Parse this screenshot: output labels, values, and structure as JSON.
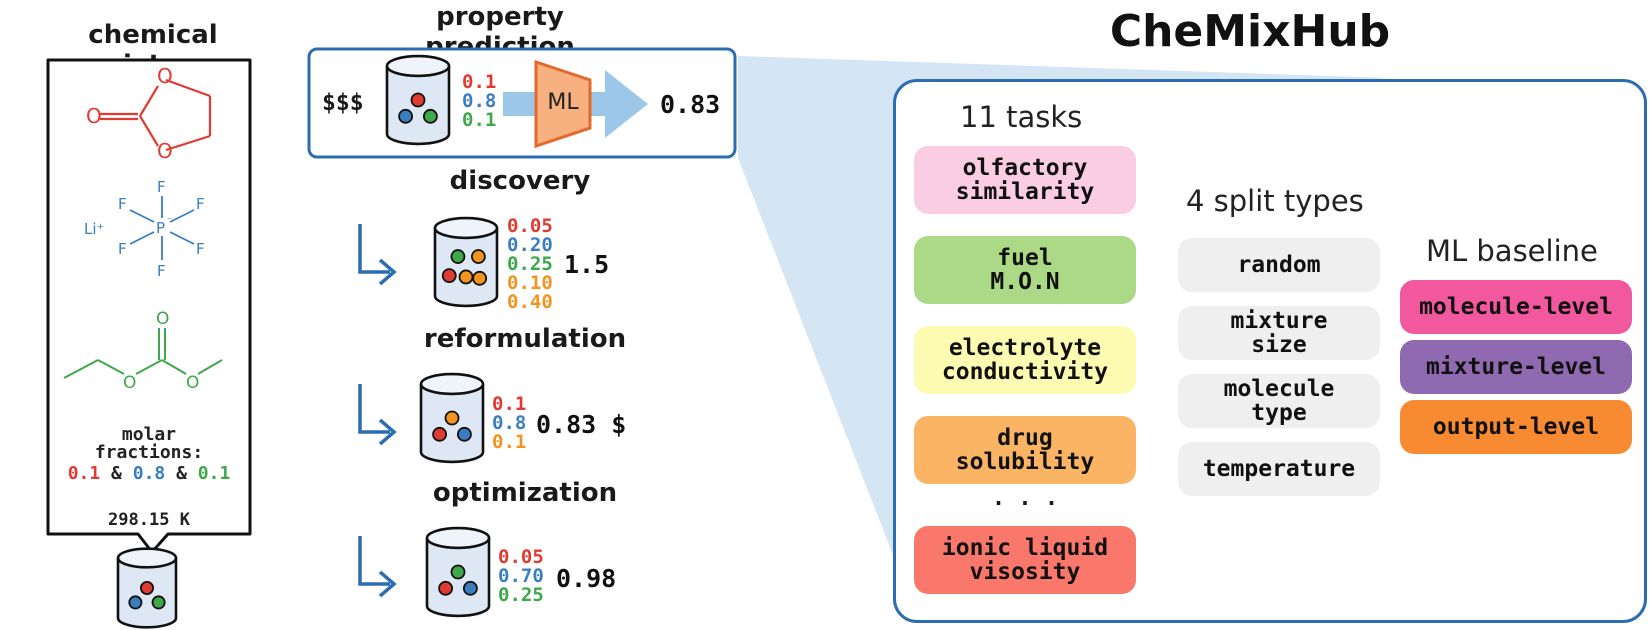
{
  "colors": {
    "red": "#e03b32",
    "blue": "#3a7ec0",
    "green": "#3ea84a",
    "orange": "#f2941f",
    "frame_blue": "#2c6cb0",
    "light_blue": "#c6dcf0"
  },
  "hub": {
    "title": "CheMixHub"
  },
  "left": {
    "title": "chemical mixture",
    "molar_label": "molar\nfractions:",
    "fractions": [
      "0.1",
      "0.8",
      "0.1"
    ],
    "amp": "&",
    "temperature": "298.15 K",
    "molecules": {
      "carbonate_atoms": [
        "O",
        "O",
        "O"
      ],
      "lipf6_atoms": [
        "F",
        "F",
        "F",
        "F",
        "F",
        "F",
        "P",
        "Li⁺",
        "⁻"
      ],
      "emc_atoms": [
        "O",
        "O",
        "O"
      ]
    }
  },
  "middle": {
    "property_prediction": {
      "title": "property prediction",
      "cost": "$$$",
      "fractions": [
        "0.1",
        "0.8",
        "0.1"
      ],
      "model": "ML",
      "output": "0.83"
    },
    "discovery": {
      "title": "discovery",
      "fractions": [
        "0.05",
        "0.20",
        "0.25",
        "0.10",
        "0.40"
      ],
      "output": "1.5"
    },
    "reformulation": {
      "title": "reformulation",
      "fractions": [
        "0.1",
        "0.8",
        "0.1"
      ],
      "output": "0.83 $"
    },
    "optimization": {
      "title": "optimization",
      "fractions": [
        "0.05",
        "0.70",
        "0.25"
      ],
      "output": "0.98"
    }
  },
  "panel": {
    "tasks_title": "11 tasks",
    "tasks": [
      {
        "label": "olfactory\nsimilarity",
        "color": "#fbcde3"
      },
      {
        "label": "fuel\nM.O.N",
        "color": "#acd985"
      },
      {
        "label": "electrolyte\nconductivity",
        "color": "#fdfab2"
      },
      {
        "label": "drug\nsolubility",
        "color": "#fab463"
      },
      {
        "label": "ionic liquid\nvisosity",
        "color": "#f9776b"
      }
    ],
    "ellipsis": ". . .",
    "splits_title": "4 split types",
    "splits": [
      {
        "label": "random",
        "color": "#efefef"
      },
      {
        "label": "mixture\nsize",
        "color": "#efefef"
      },
      {
        "label": "molecule\ntype",
        "color": "#efefef"
      },
      {
        "label": "temperature",
        "color": "#efefef"
      }
    ],
    "baseline_title": "ML baseline",
    "baselines": [
      {
        "label": "molecule-level",
        "color": "#f2589d"
      },
      {
        "label": "mixture-level",
        "color": "#8f6ab0"
      },
      {
        "label": "output-level",
        "color": "#f88a32"
      }
    ]
  }
}
